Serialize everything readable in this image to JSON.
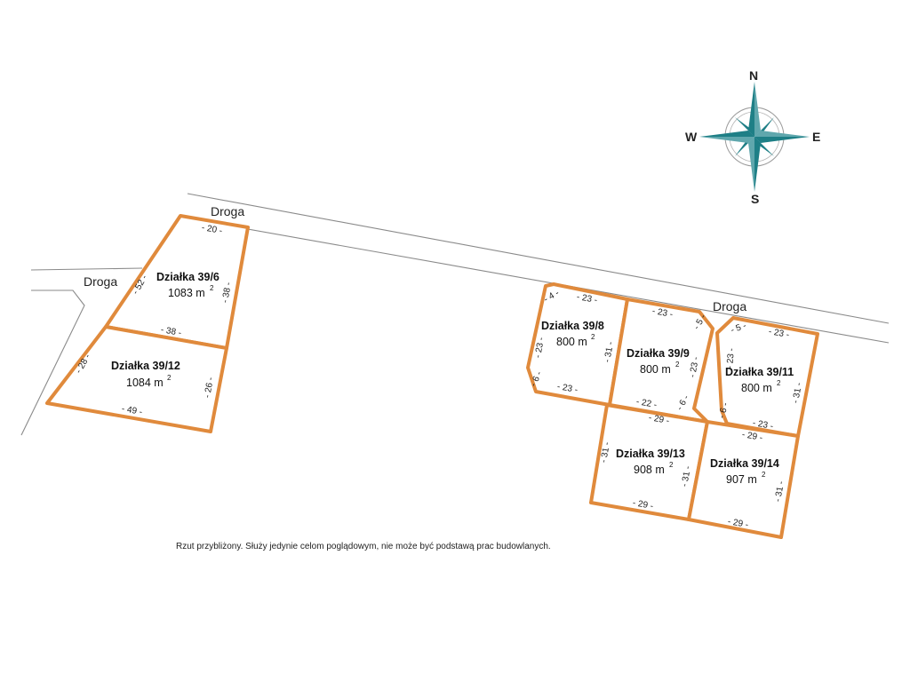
{
  "roads": [
    {
      "id": "top-road",
      "label": "Droga"
    },
    {
      "id": "left-road",
      "label": "Droga"
    },
    {
      "id": "right-road-label",
      "label": "Droga"
    }
  ],
  "plots": [
    {
      "id": "39-6",
      "name": "Działka 39/6",
      "area": "1083 m",
      "unit_exp": "2",
      "dims": [
        "20",
        "52",
        "38",
        "38"
      ]
    },
    {
      "id": "39-12",
      "name": "Działka 39/12",
      "area": "1084 m",
      "unit_exp": "2",
      "dims": [
        "28",
        "26",
        "49"
      ]
    },
    {
      "id": "39-8",
      "name": "Działka 39/8",
      "area": "800 m",
      "unit_exp": "2",
      "dims": [
        "4",
        "23",
        "23",
        "31",
        "6",
        "23"
      ]
    },
    {
      "id": "39-9",
      "name": "Działka 39/9",
      "area": "800 m",
      "unit_exp": "2",
      "dims": [
        "23",
        "5",
        "23",
        "6",
        "22"
      ]
    },
    {
      "id": "39-11",
      "name": "Działka 39/11",
      "area": "800 m",
      "unit_exp": "2",
      "dims": [
        "5",
        "23",
        "23",
        "31",
        "6",
        "23"
      ]
    },
    {
      "id": "39-13",
      "name": "Działka 39/13",
      "area": "908 m",
      "unit_exp": "2",
      "dims": [
        "29",
        "31",
        "31",
        "29"
      ]
    },
    {
      "id": "39-14",
      "name": "Działka 39/14",
      "area": "907 m",
      "unit_exp": "2",
      "dims": [
        "29",
        "31",
        "29"
      ]
    }
  ],
  "compass": {
    "n": "N",
    "e": "E",
    "s": "S",
    "w": "W",
    "color": "#1e7f86"
  },
  "plot_outline_color": "#e08a3c",
  "disclaimer": "Rzut przybliżony. Służy jedynie celom poglądowym, nie może być podstawą prac budowlanych."
}
